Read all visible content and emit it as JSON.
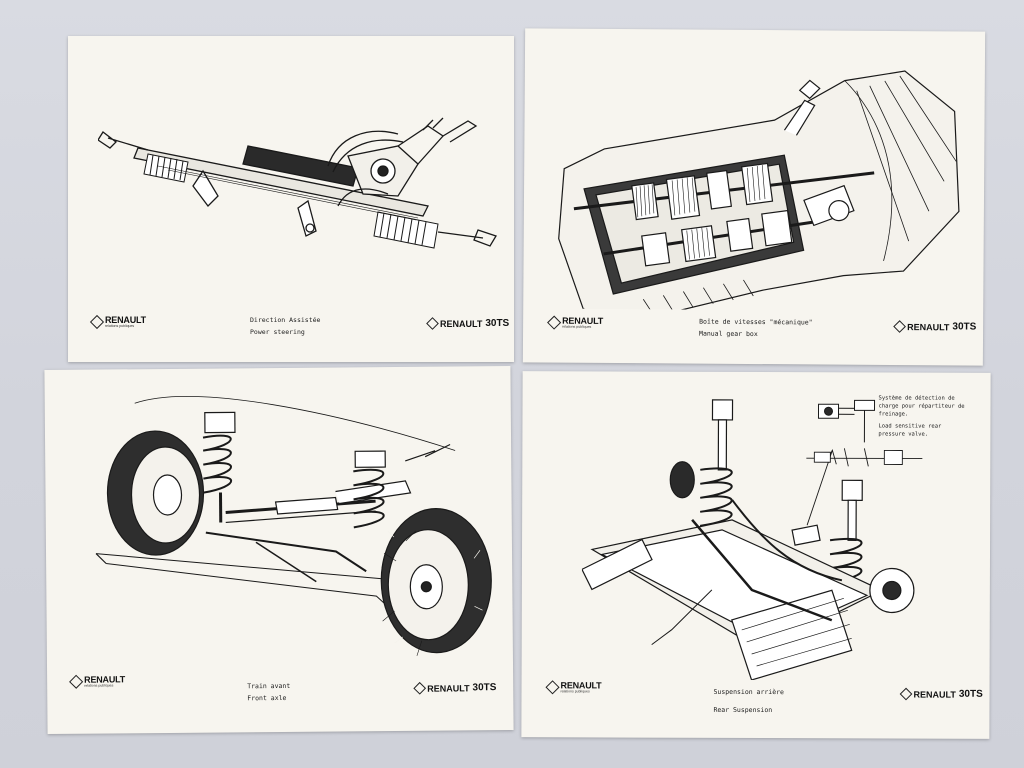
{
  "brand": {
    "name": "RENAULT",
    "tagline": "relations publiques",
    "model": "30TS"
  },
  "sheets": [
    {
      "caption_fr": "Direction Assistée",
      "caption_en": "Power steering",
      "illustration": "power-steering-rack-drawing"
    },
    {
      "caption_fr": "Boîte de vitesses \"mécanique\"",
      "caption_en": "Manual gear box",
      "illustration": "manual-gearbox-cutaway-drawing"
    },
    {
      "caption_fr": "Train avant",
      "caption_en": "Front axle",
      "illustration": "front-axle-drawing"
    },
    {
      "caption_fr": "Suspension arrière",
      "caption_en": "Rear Suspension",
      "illustration": "rear-suspension-drawing",
      "note_fr": "Système de détection de charge pour répartiteur de freinage.",
      "note_en": "Load sensitive rear pressure valve."
    }
  ]
}
